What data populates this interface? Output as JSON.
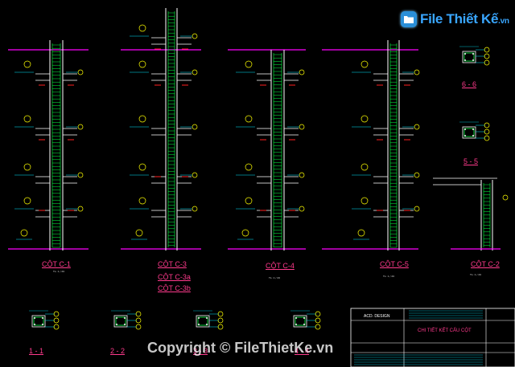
{
  "brand": {
    "logo_text": "File Thiết Kế",
    "logo_suffix": ".vn"
  },
  "watermark": "Copyright © FileThietKe.vn",
  "columns": [
    {
      "id": "c1",
      "label": "CỘT C-1",
      "scale": "TL: 1 / 20"
    },
    {
      "id": "c3",
      "label": "CỘT C-3",
      "sublabels": [
        "CỘT C-3a",
        "CỘT C-3b"
      ]
    },
    {
      "id": "c4",
      "label": "CỘT C-4",
      "scale": "TL: 1 / 20"
    },
    {
      "id": "c5",
      "label": "CỘT C-5",
      "scale": "TL: 1 / 20"
    },
    {
      "id": "c2",
      "label": "CỘT C-2",
      "scale": "TL: 1 / 20"
    }
  ],
  "sections": [
    {
      "label": "1 - 1"
    },
    {
      "label": "2 - 2"
    },
    {
      "label": "3 - 3"
    },
    {
      "label": "4 - 4"
    },
    {
      "label": "5 - 5"
    },
    {
      "label": "6 - 6"
    }
  ],
  "title_block": {
    "acd": "ACD. DESIGN",
    "title": "CHI TIẾT KẾT CẤU CỘT"
  },
  "colors": {
    "bg": "#000000",
    "steel": "#ffffff",
    "ladder": "#00ff40",
    "dims": "#00e6ff",
    "tags": "#ffff00",
    "floor": "#ff00ff",
    "marks": "#ff2020",
    "labels": "#ff3a8c"
  }
}
